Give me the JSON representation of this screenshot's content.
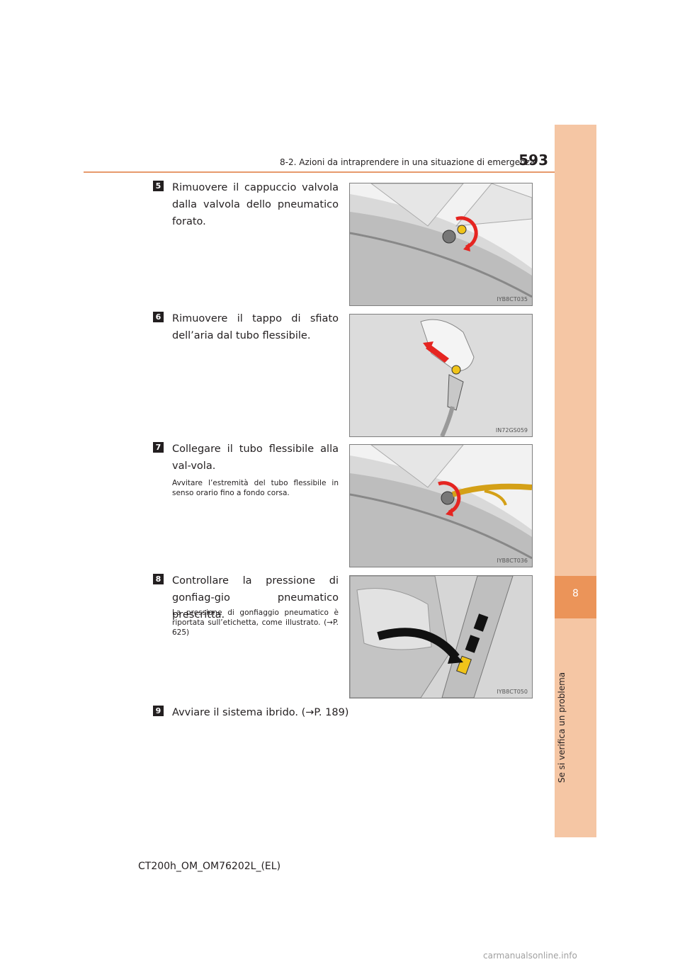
{
  "header": {
    "section": "8-2. Azioni da intraprendere in una situazione di emergenza",
    "page_number": "593"
  },
  "side_tab": {
    "chapter": "8",
    "title": "Se si verifica un problema"
  },
  "steps": [
    {
      "number": "5",
      "text": "Rimuovere il cappuccio valvola dalla valvola dello pneumatico forato.",
      "note": "",
      "figure_code": "IYB8CT035"
    },
    {
      "number": "6",
      "text": "Rimuovere il tappo di sfiato dell’aria dal tubo flessibile.",
      "note": "",
      "figure_code": "IN72GS059"
    },
    {
      "number": "7",
      "text": "Collegare il tubo flessibile alla val-vola.",
      "note": "Avvitare l’estremità del tubo flessibile in senso orario fino a fondo corsa.",
      "figure_code": "IYB8CT036"
    },
    {
      "number": "8",
      "text": "Controllare la pressione di gonfiag-gio pneumatico prescritta.",
      "note": "La pressione di gonfiaggio pneumatico è riportata sull’etichetta, come illustrato. (→P. 625)",
      "figure_code": "IYB8CT050"
    },
    {
      "number": "9",
      "text": "Avviare il sistema ibrido. (→P. 189)",
      "note": "",
      "figure_code": ""
    }
  ],
  "footer": {
    "doc_code": "CT200h_OM_OM76202L_(EL)"
  },
  "watermark": "carmanualsonline.info",
  "colors": {
    "accent": "#eb9459",
    "tab": "#f5c6a4",
    "arrow_red": "#e52521",
    "label_yellow": "#f0c419"
  }
}
